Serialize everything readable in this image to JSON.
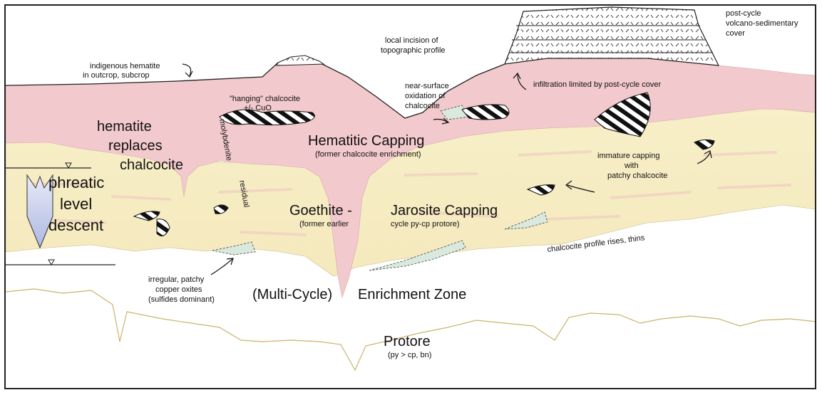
{
  "labels": {
    "indigenous_hematite": [
      "indigenous hematite",
      "in outcrop, subcrop"
    ],
    "local_incision": [
      "local incision of",
      "topographic profile"
    ],
    "post_cycle": [
      "post-cycle",
      "volcano-sedimentary",
      "cover"
    ],
    "hanging_chalcocite": [
      "\"hanging\" chalcocite",
      "+/- CuO"
    ],
    "near_surface": [
      "near-surface",
      "oxidation of",
      "chalcocite"
    ],
    "infiltration": "infiltration limited by post-cycle cover",
    "hematite_replaces": [
      "hematite",
      "replaces",
      "chalcocite"
    ],
    "molybdenite": "molybdenite",
    "residual": "residual",
    "hematitic_capping": "Hematitic Capping",
    "former_enrichment": "(former chalcocite enrichment)",
    "immature_capping": [
      "immature capping",
      "with",
      "patchy chalcocite"
    ],
    "phreatic": [
      "phreatic",
      "level",
      "descent"
    ],
    "goethite": "Goethite -",
    "former_earlier": "(former earlier",
    "jarosite_capping": "Jarosite Capping",
    "cycle_protore": "cycle py-cp protore)",
    "chalcocite_rises": "chalcocite profile  rises, thins",
    "irregular_patchy": [
      "irregular, patchy",
      "copper oxites",
      "(sulfides dominant)"
    ],
    "multi_cycle": "(Multi-Cycle)",
    "enrichment_zone": "Enrichment Zone",
    "protore": "Protore",
    "protore_minerals": "(py > cp, bn)"
  },
  "colors": {
    "hematite_zone": "#f2c9cc",
    "jarosite_zone": "#f7eec5",
    "copper_oxide": "#d9e9de",
    "arrow_blue": "#c9d0ec",
    "outline": "#222222"
  }
}
